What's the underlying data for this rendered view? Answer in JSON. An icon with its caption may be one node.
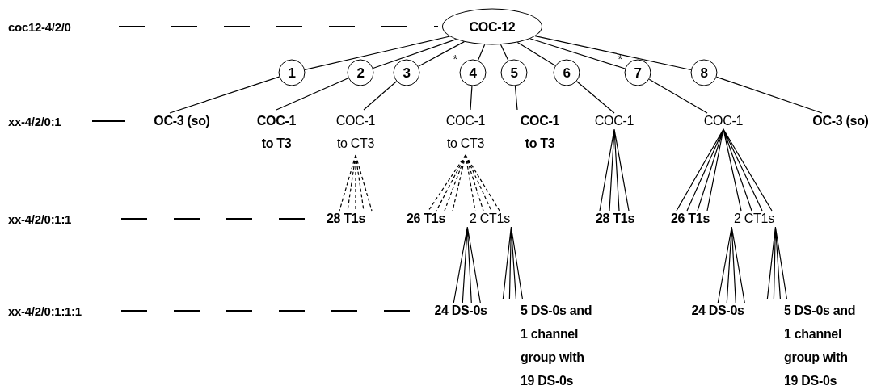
{
  "diagram": {
    "nodes": [
      {
        "text": [
          "COC-12"
        ]
      },
      {
        "text": [
          "1"
        ]
      },
      {
        "text": [
          "2"
        ]
      },
      {
        "text": [
          "3"
        ]
      },
      {
        "text": [
          "4"
        ],
        "beside": [
          "*"
        ]
      },
      {
        "text": [
          "5"
        ]
      },
      {
        "text": [
          "6"
        ]
      },
      {
        "text": [
          "7"
        ],
        "beside": [
          "*"
        ]
      },
      {
        "text": [
          "8"
        ]
      },
      {
        "text": [
          "OC-3 (so)"
        ]
      },
      {
        "text": [
          "COC-1 to T3"
        ]
      },
      {
        "text": [
          "COC-1 to CT3"
        ]
      },
      {
        "text": [
          "COC-1 to CT3"
        ]
      },
      {
        "text": [
          "COC-1 to T3"
        ]
      },
      {
        "text": [
          "COC-1"
        ]
      },
      {
        "text": [
          "COC-1"
        ]
      },
      {
        "text": [
          "OC-3 (so)"
        ]
      },
      {
        "text": [
          "28 T1s"
        ]
      },
      {
        "text": [
          "26 T1s"
        ]
      },
      {
        "text": [
          "2 CT1s"
        ]
      },
      {
        "text": [
          "28 T1s"
        ]
      },
      {
        "text": [
          "26 T1s"
        ]
      },
      {
        "text": [
          "2 CT1s"
        ]
      },
      {
        "text": [
          "24 DS-0s"
        ]
      },
      {
        "text": [
          "5 DS-0s and 1 channel group with 19 DS-0s"
        ]
      },
      {
        "text": [
          "24 DS-0s"
        ]
      },
      {
        "text": [
          "5 DS-0s and 1 channel group with 19 DS-0s"
        ]
      }
    ],
    "edges": [
      {
        "from": 0,
        "to": 1,
        "arrow": "none"
      },
      {
        "from": 0,
        "to": 2,
        "arrow": "none"
      },
      {
        "from": 0,
        "to": 3,
        "arrow": "none"
      },
      {
        "from": 0,
        "to": 4,
        "arrow": "none"
      },
      {
        "from": 0,
        "to": 5,
        "arrow": "none"
      },
      {
        "from": 0,
        "to": 6,
        "arrow": "none"
      },
      {
        "from": 0,
        "to": 7,
        "arrow": "none"
      },
      {
        "from": 0,
        "to": 8,
        "arrow": "none"
      },
      {
        "from": 1,
        "to": 9,
        "arrow": "none"
      },
      {
        "from": 2,
        "to": 10,
        "arrow": "none"
      },
      {
        "from": 3,
        "to": 11,
        "arrow": "none"
      },
      {
        "from": 4,
        "to": 12,
        "arrow": "none"
      },
      {
        "from": 5,
        "to": 13,
        "arrow": "none"
      },
      {
        "from": 6,
        "to": 14,
        "arrow": "none"
      },
      {
        "from": 7,
        "to": 15,
        "arrow": "none"
      },
      {
        "from": 8,
        "to": 16,
        "arrow": "none"
      },
      {
        "from": 11,
        "to": 17,
        "arrow": "none",
        "style": "dashed"
      },
      {
        "from": 12,
        "to": 18,
        "arrow": "none",
        "style": "dashed"
      },
      {
        "from": 12,
        "to": 19,
        "arrow": "none",
        "style": "dashed"
      },
      {
        "from": 14,
        "to": 20,
        "arrow": "none"
      },
      {
        "from": 15,
        "to": 21,
        "arrow": "none"
      },
      {
        "from": 15,
        "to": 22,
        "arrow": "none"
      },
      {
        "from": 19,
        "to": 23,
        "arrow": "none"
      },
      {
        "from": 19,
        "to": 24,
        "arrow": "none"
      },
      {
        "from": 22,
        "to": 25,
        "arrow": "none"
      },
      {
        "from": 22,
        "to": 26,
        "arrow": "none"
      }
    ],
    "labels": [
      "coc12-4/2/0",
      "xx-4/2/0:1",
      "xx-4/2/0:1:1",
      "xx-4/2/0:1:1:1"
    ]
  }
}
